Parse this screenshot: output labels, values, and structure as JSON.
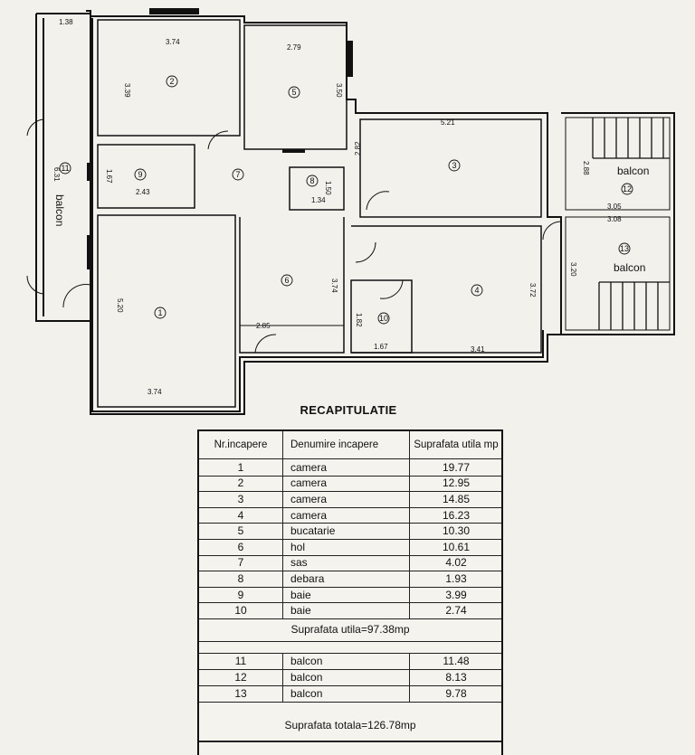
{
  "plan": {
    "dimensions": {
      "d_138": "1.38",
      "d_374a": "3.74",
      "d_279": "2.79",
      "d_339": "3.39",
      "d_350": "3.50",
      "d_631": "6.31",
      "d_167": "1.67",
      "d_243": "2.43",
      "d_150": "1.50",
      "d_134": "1.34",
      "d_282": "2.82",
      "d_521": "5.21",
      "d_288": "2.88",
      "d_305": "3.05",
      "d_308": "3.08",
      "d_320": "3.20",
      "d_520": "5.20",
      "d_374b": "3.74",
      "d_285": "2.85",
      "d_372": "3.72",
      "d_182": "1.82",
      "d_167b": "1.67",
      "d_341": "3.41",
      "d_374c": "3.74"
    },
    "rooms": {
      "r1": "1",
      "r2": "2",
      "r3": "3",
      "r4": "4",
      "r5": "5",
      "r6": "6",
      "r7": "7",
      "r8": "8",
      "r9": "9",
      "r10": "10",
      "r11": "11",
      "r12": "12",
      "r13": "13"
    },
    "balcony_left": "balcon",
    "balcony_top_right": "balcon",
    "balcony_bottom_right": "balcon"
  },
  "recap": {
    "title": "RECAPITULATIE",
    "headers": [
      "Nr.incapere",
      "Denumire incapere",
      "Suprafata utila mp"
    ],
    "rows": [
      [
        "1",
        "camera",
        "19.77"
      ],
      [
        "2",
        "camera",
        "12.95"
      ],
      [
        "3",
        "camera",
        "14.85"
      ],
      [
        "4",
        "camera",
        "16.23"
      ],
      [
        "5",
        "bucatarie",
        "10.30"
      ],
      [
        "6",
        "hol",
        "10.61"
      ],
      [
        "7",
        "sas",
        "4.02"
      ],
      [
        "8",
        "debara",
        "1.93"
      ],
      [
        "9",
        "baie",
        "3.99"
      ],
      [
        "10",
        "baie",
        "2.74"
      ]
    ],
    "subtotal": "Suprafata utila=97.38mp",
    "balcony_rows": [
      [
        "11",
        "balcon",
        "11.48"
      ],
      [
        "12",
        "balcon",
        "8.13"
      ],
      [
        "13",
        "balcon",
        "9.78"
      ]
    ],
    "total": "Suprafata totala=126.78mp"
  }
}
